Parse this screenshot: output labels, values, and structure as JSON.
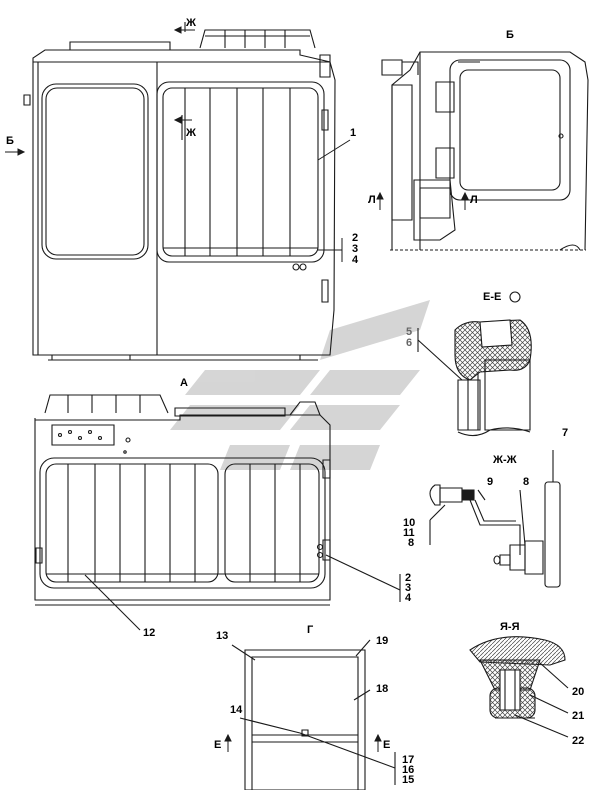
{
  "views": {
    "A": "А",
    "B": "Б",
    "G": "Г",
    "EE": "Е-Е",
    "ZhZh": "Ж-Ж",
    "YaYa": "Я-Я"
  },
  "section_marks": {
    "zh_top": "Ж",
    "zh_mid": "Ж",
    "b_left": "Б",
    "l_left": "Л",
    "l_right": "Л",
    "e_left": "Е",
    "e_right": "Е"
  },
  "callouts": {
    "c1": "1",
    "c2a": "2",
    "c3a": "3",
    "c4a": "4",
    "c2b": "2",
    "c3b": "3",
    "c4b": "4",
    "c5": "5",
    "c6": "6",
    "c7": "7",
    "c8a": "8",
    "c9": "9",
    "c10": "10",
    "c11": "11",
    "c8b": "8",
    "c12": "12",
    "c13": "13",
    "c14": "14",
    "c15": "15",
    "c16": "16",
    "c17": "17",
    "c18": "18",
    "c19": "19",
    "c20": "20",
    "c21": "21",
    "c22": "22"
  },
  "colors": {
    "line": "#1a1a1a",
    "watermark": "#c8c8c8",
    "hatch": "#444444"
  }
}
